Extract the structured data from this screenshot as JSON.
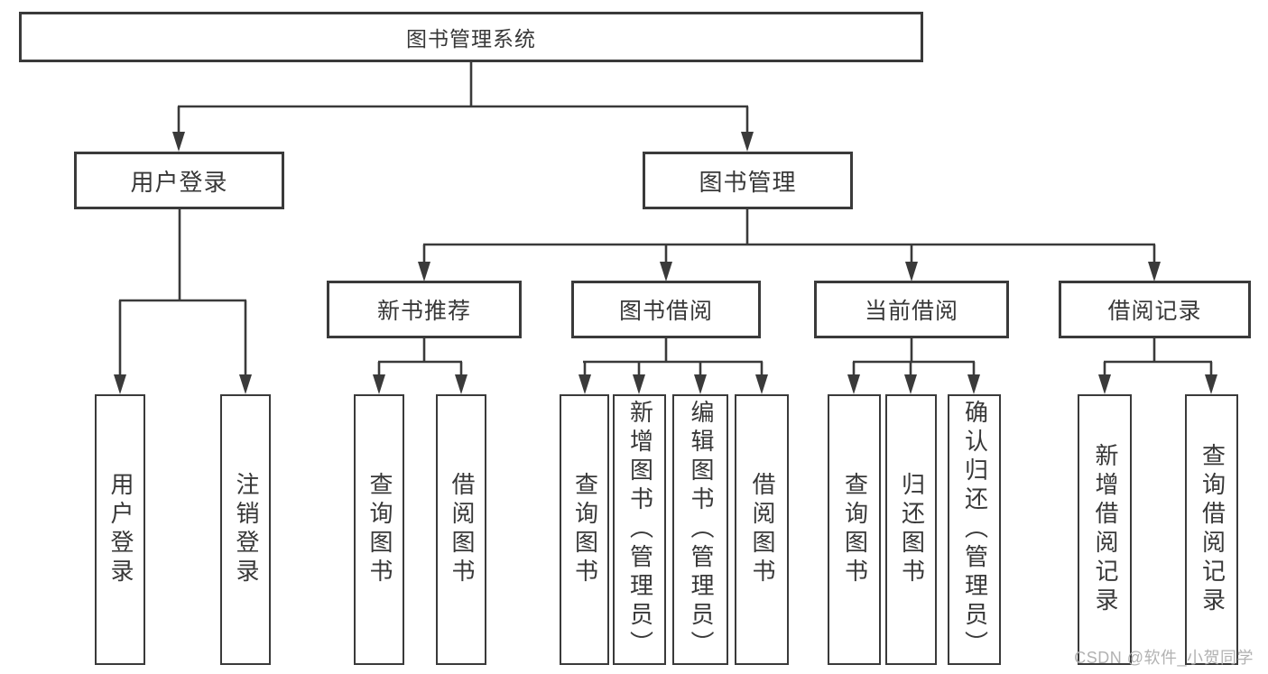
{
  "root": {
    "label": "图书管理系统"
  },
  "modules": [
    {
      "label": "用户登录",
      "parent": "图书管理系统"
    },
    {
      "label": "图书管理",
      "parent": "图书管理系统"
    }
  ],
  "sections": [
    {
      "label": "新书推荐",
      "parent": "图书管理"
    },
    {
      "label": "图书借阅",
      "parent": "图书管理"
    },
    {
      "label": "当前借阅",
      "parent": "图书管理"
    },
    {
      "label": "借阅记录",
      "parent": "图书管理"
    }
  ],
  "leaves": [
    {
      "label": "用户登录",
      "parent": "用户登录"
    },
    {
      "label": "注销登录",
      "parent": "用户登录"
    },
    {
      "label": "查询图书",
      "parent": "新书推荐"
    },
    {
      "label": "借阅图书",
      "parent": "新书推荐"
    },
    {
      "label": "查询图书",
      "parent": "图书借阅"
    },
    {
      "label": "新增图书（管理员）",
      "parent": "图书借阅"
    },
    {
      "label": "编辑图书（管理员）",
      "parent": "图书借阅"
    },
    {
      "label": "借阅图书",
      "parent": "图书借阅"
    },
    {
      "label": "查询图书",
      "parent": "当前借阅"
    },
    {
      "label": "归还图书",
      "parent": "当前借阅"
    },
    {
      "label": "确认归还（管理员）",
      "parent": "当前借阅"
    },
    {
      "label": "新增借阅记录",
      "parent": "借阅记录"
    },
    {
      "label": "查询借阅记录",
      "parent": "借阅记录"
    }
  ],
  "watermark": {
    "text": "CSDN @软件_小贺同学"
  }
}
